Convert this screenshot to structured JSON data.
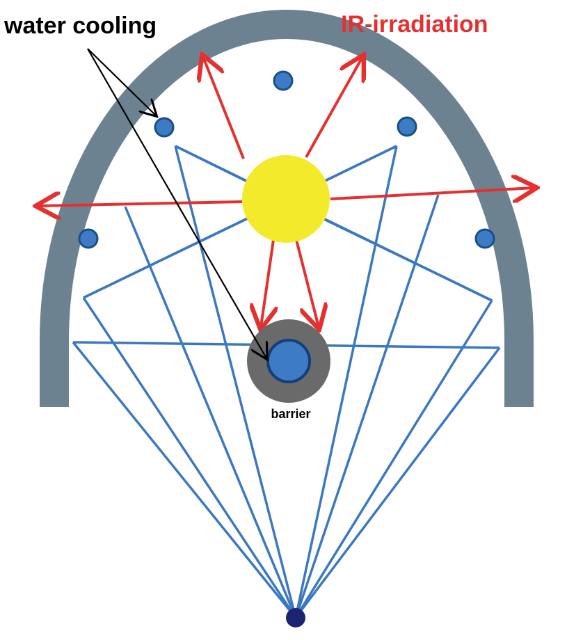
{
  "labels": {
    "water_cooling": "water cooling",
    "ir_irradiation": "IR-irradiation",
    "barrier": "barrier"
  },
  "colors": {
    "reflector": "#6c8290",
    "cooling_channel": "#3d7bc4",
    "cooling_channel_edge": "#1a4f86",
    "lamp": "#f2ea2a",
    "ir_arrow": "#e53030",
    "ray": "#3b78c0",
    "barrier_ring": "#6a6a6a",
    "barrier_core": "#3d7bc4",
    "barrier_core_edge": "#123f7a",
    "focus_point": "#1a2470",
    "label_water": "#000000",
    "label_ir": "#e53030",
    "pointer_arrow": "#000000"
  },
  "icons": {
    "lamp": "heat-lamp",
    "cooling_channel": "water-channel",
    "barrier": "shield-barrier",
    "focus_point": "focal-point"
  }
}
